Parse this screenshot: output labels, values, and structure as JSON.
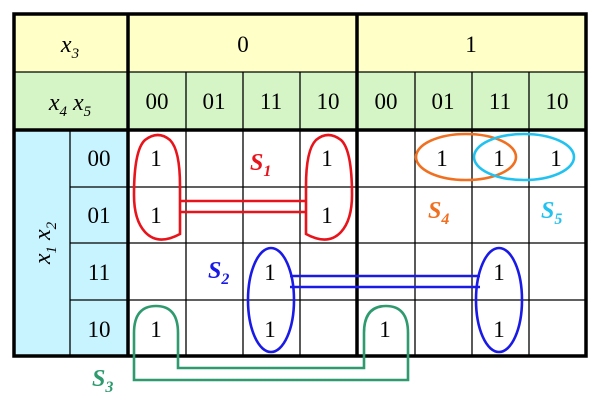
{
  "header": {
    "x3_var": "x",
    "x3_sub": "3",
    "x4x5_var1": "x",
    "x4x5_sub1": "4",
    "x4x5_var2": " x",
    "x4x5_sub2": "5",
    "x1x2_var1": "x",
    "x1x2_sub1": "1",
    "x1x2_var2": " x",
    "x1x2_sub2": "2",
    "x3_values": [
      "0",
      "1"
    ],
    "col_codes": [
      "00",
      "01",
      "11",
      "10",
      "00",
      "01",
      "11",
      "10"
    ],
    "row_codes": [
      "00",
      "01",
      "11",
      "10"
    ]
  },
  "cells": [
    [
      "1",
      "",
      "",
      "1",
      "",
      "1",
      "1",
      "1"
    ],
    [
      "1",
      "",
      "",
      "1",
      "",
      "",
      "",
      ""
    ],
    [
      "",
      "",
      "1",
      "",
      "",
      "",
      "1",
      ""
    ],
    [
      "1",
      "",
      "1",
      "",
      "1",
      "",
      "1",
      ""
    ]
  ],
  "groups": [
    {
      "letter": "S",
      "index": "1",
      "color": "#e8131b"
    },
    {
      "letter": "S",
      "index": "2",
      "color": "#1a1ae6"
    },
    {
      "letter": "S",
      "index": "3",
      "color": "#2e9a6e"
    },
    {
      "letter": "S",
      "index": "4",
      "color": "#f07020"
    },
    {
      "letter": "S",
      "index": "5",
      "color": "#22c2f0"
    }
  ],
  "colors": {
    "header_yellow": "#ffffc8",
    "header_green": "#d6f5c6",
    "header_cyan": "#c8f4ff",
    "grid": "#000000"
  }
}
